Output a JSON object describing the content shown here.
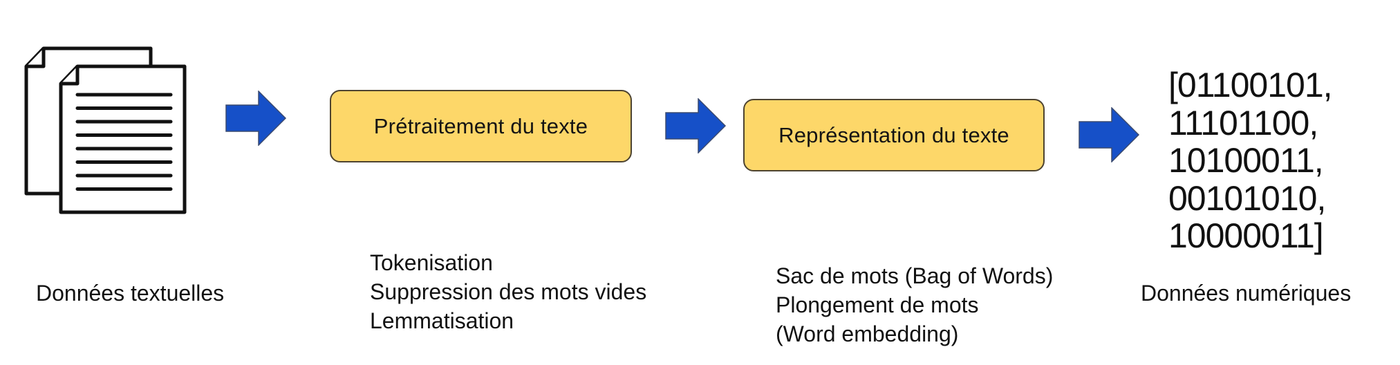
{
  "diagram": {
    "stages": [
      {
        "id": "input",
        "label": "Données textuelles",
        "icon": "documents-icon"
      },
      {
        "id": "preprocessing",
        "label": "Prétraitement du texte",
        "steps": [
          "Tokenisation",
          "Suppression des mots vides",
          "Lemmatisation"
        ]
      },
      {
        "id": "representation",
        "label": "Représentation du texte",
        "steps": [
          "Sac de mots (Bag of Words)",
          "Plongement de mots",
          "(Word embedding)"
        ]
      },
      {
        "id": "output",
        "label": "Données numériques",
        "binary_lines": [
          "[01100101,",
          "11101100,",
          "10100011,",
          "00101010,",
          "10000011]"
        ]
      }
    ],
    "arrows": [
      {
        "from": "input",
        "to": "preprocessing"
      },
      {
        "from": "preprocessing",
        "to": "representation"
      },
      {
        "from": "representation",
        "to": "output"
      }
    ],
    "colors": {
      "box_fill": "#FDD769",
      "box_border": "#4D4330",
      "arrow_fill": "#1650C8",
      "arrow_stroke": "#3A4A70",
      "text": "#111111",
      "background": "#FFFFFF"
    }
  }
}
